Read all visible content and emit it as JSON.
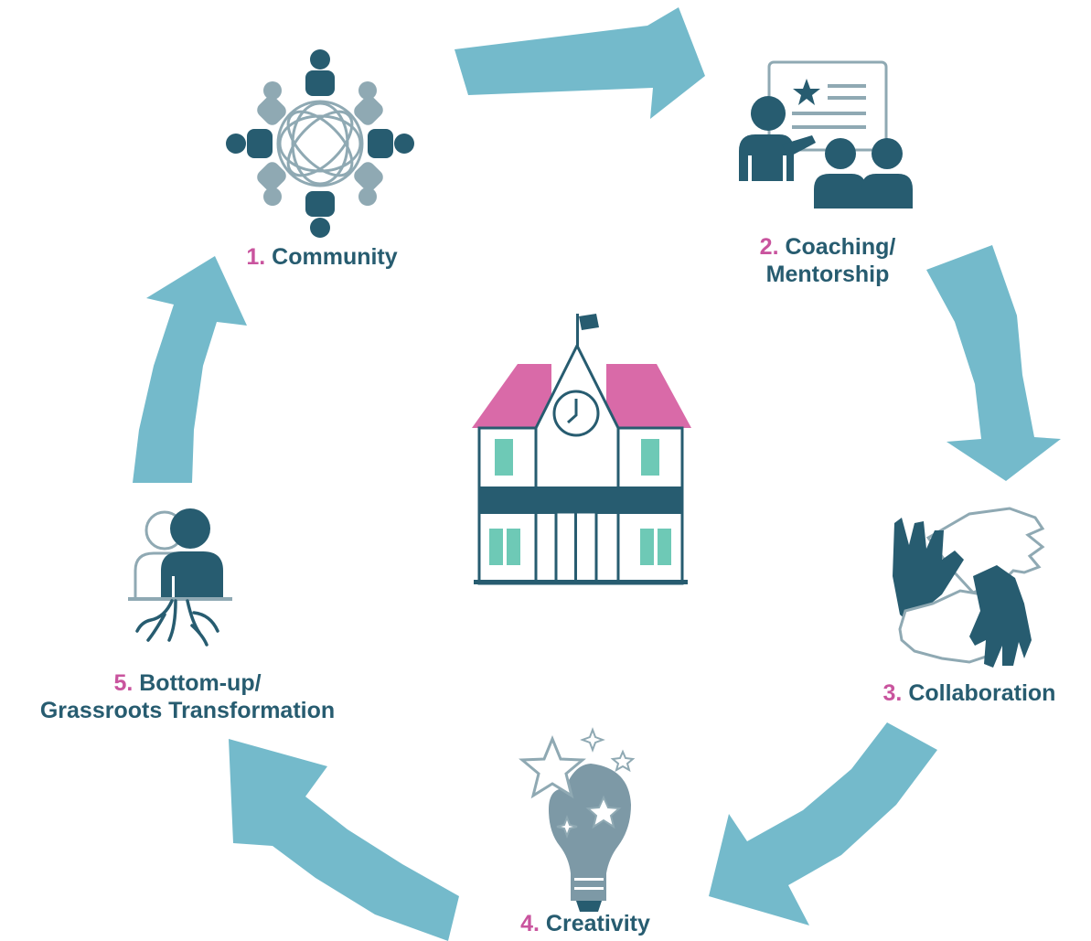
{
  "colors": {
    "arrow": "#74bacb",
    "primary": "#275c70",
    "accent": "#c9549e",
    "light": "#8fa9b3",
    "teal": "#6ec9b6",
    "roof": "#d96aa8",
    "bulb": "#7d99a6"
  },
  "steps": [
    {
      "number": "1.",
      "line1": "Community",
      "line2": "",
      "icon": "community-table-icon"
    },
    {
      "number": "2.",
      "line1": "Coaching/",
      "line2": "Mentorship",
      "icon": "coaching-presentation-icon"
    },
    {
      "number": "3.",
      "line1": "Collaboration",
      "line2": "",
      "icon": "collaboration-hands-icon"
    },
    {
      "number": "4.",
      "line1": "Creativity",
      "line2": "",
      "icon": "creativity-lightbulb-icon"
    },
    {
      "number": "5.",
      "line1": "Bottom-up/",
      "line2": "Grassroots Transformation",
      "icon": "grassroots-roots-icon"
    }
  ],
  "center_icon": "school-building-icon"
}
